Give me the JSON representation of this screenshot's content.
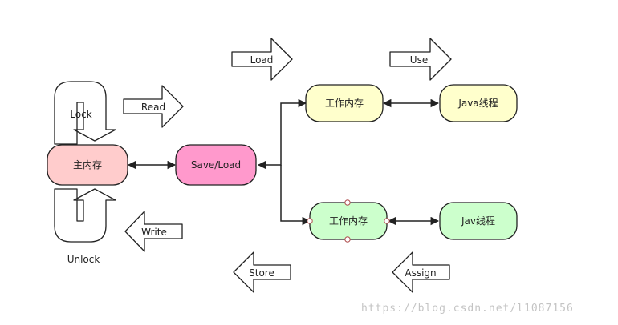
{
  "nodes": {
    "main_memory": "主内存",
    "save_load": "Save/Load",
    "working_memory_top": "工作内存",
    "java_thread_top": "Java线程",
    "working_memory_bottom": "工作内存",
    "java_thread_bottom": "Jav线程"
  },
  "labels": {
    "lock": "Lock",
    "unlock": "Unlock",
    "read": "Read",
    "write": "Write",
    "load": "Load",
    "use": "Use",
    "store": "Store",
    "assign": "Assign"
  },
  "colors": {
    "main_memory": "#ffcccc",
    "save_load": "#ff99cc",
    "top_branch": "#ffffcc",
    "bottom_branch": "#ccffcc",
    "stroke": "#222222"
  },
  "watermark": "https://blog.csdn.net/l1087156"
}
